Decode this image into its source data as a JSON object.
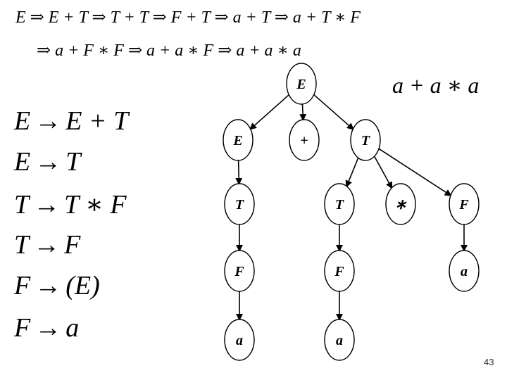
{
  "derivation": {
    "line1": "E ⇒ E + T ⇒ T + T ⇒ F + T ⇒ a + T ⇒ a + T ∗ F",
    "line2": "⇒ a + F ∗ F ⇒ a + a ∗ F ⇒ a + a ∗ a"
  },
  "target_string": "a + a ∗ a",
  "grammar": {
    "arrow": "→",
    "rules": [
      {
        "lhs": "E",
        "rhs": "E + T"
      },
      {
        "lhs": "E",
        "rhs": "T"
      },
      {
        "lhs": "T",
        "rhs": "T ∗ F"
      },
      {
        "lhs": "T",
        "rhs": "F"
      },
      {
        "lhs": "F",
        "rhs": "(E)"
      },
      {
        "lhs": "F",
        "rhs": "a"
      }
    ]
  },
  "tree": {
    "nodes": [
      {
        "id": "n0",
        "label": "E"
      },
      {
        "id": "n1",
        "label": "E"
      },
      {
        "id": "n2",
        "label": "+"
      },
      {
        "id": "n3",
        "label": "T"
      },
      {
        "id": "n4",
        "label": "T"
      },
      {
        "id": "n5",
        "label": "T"
      },
      {
        "id": "n6",
        "label": "∗"
      },
      {
        "id": "n7",
        "label": "F"
      },
      {
        "id": "n8",
        "label": "F"
      },
      {
        "id": "n9",
        "label": "F"
      },
      {
        "id": "n10",
        "label": "a"
      },
      {
        "id": "n11",
        "label": "a"
      },
      {
        "id": "n12",
        "label": "a"
      }
    ],
    "edges": [
      [
        "n0",
        "n1"
      ],
      [
        "n0",
        "n2"
      ],
      [
        "n0",
        "n3"
      ],
      [
        "n1",
        "n4"
      ],
      [
        "n3",
        "n5"
      ],
      [
        "n3",
        "n6"
      ],
      [
        "n3",
        "n7"
      ],
      [
        "n4",
        "n8"
      ],
      [
        "n5",
        "n9"
      ],
      [
        "n7",
        "n10"
      ],
      [
        "n8",
        "n11"
      ],
      [
        "n9",
        "n12"
      ]
    ]
  },
  "page_number": "43"
}
